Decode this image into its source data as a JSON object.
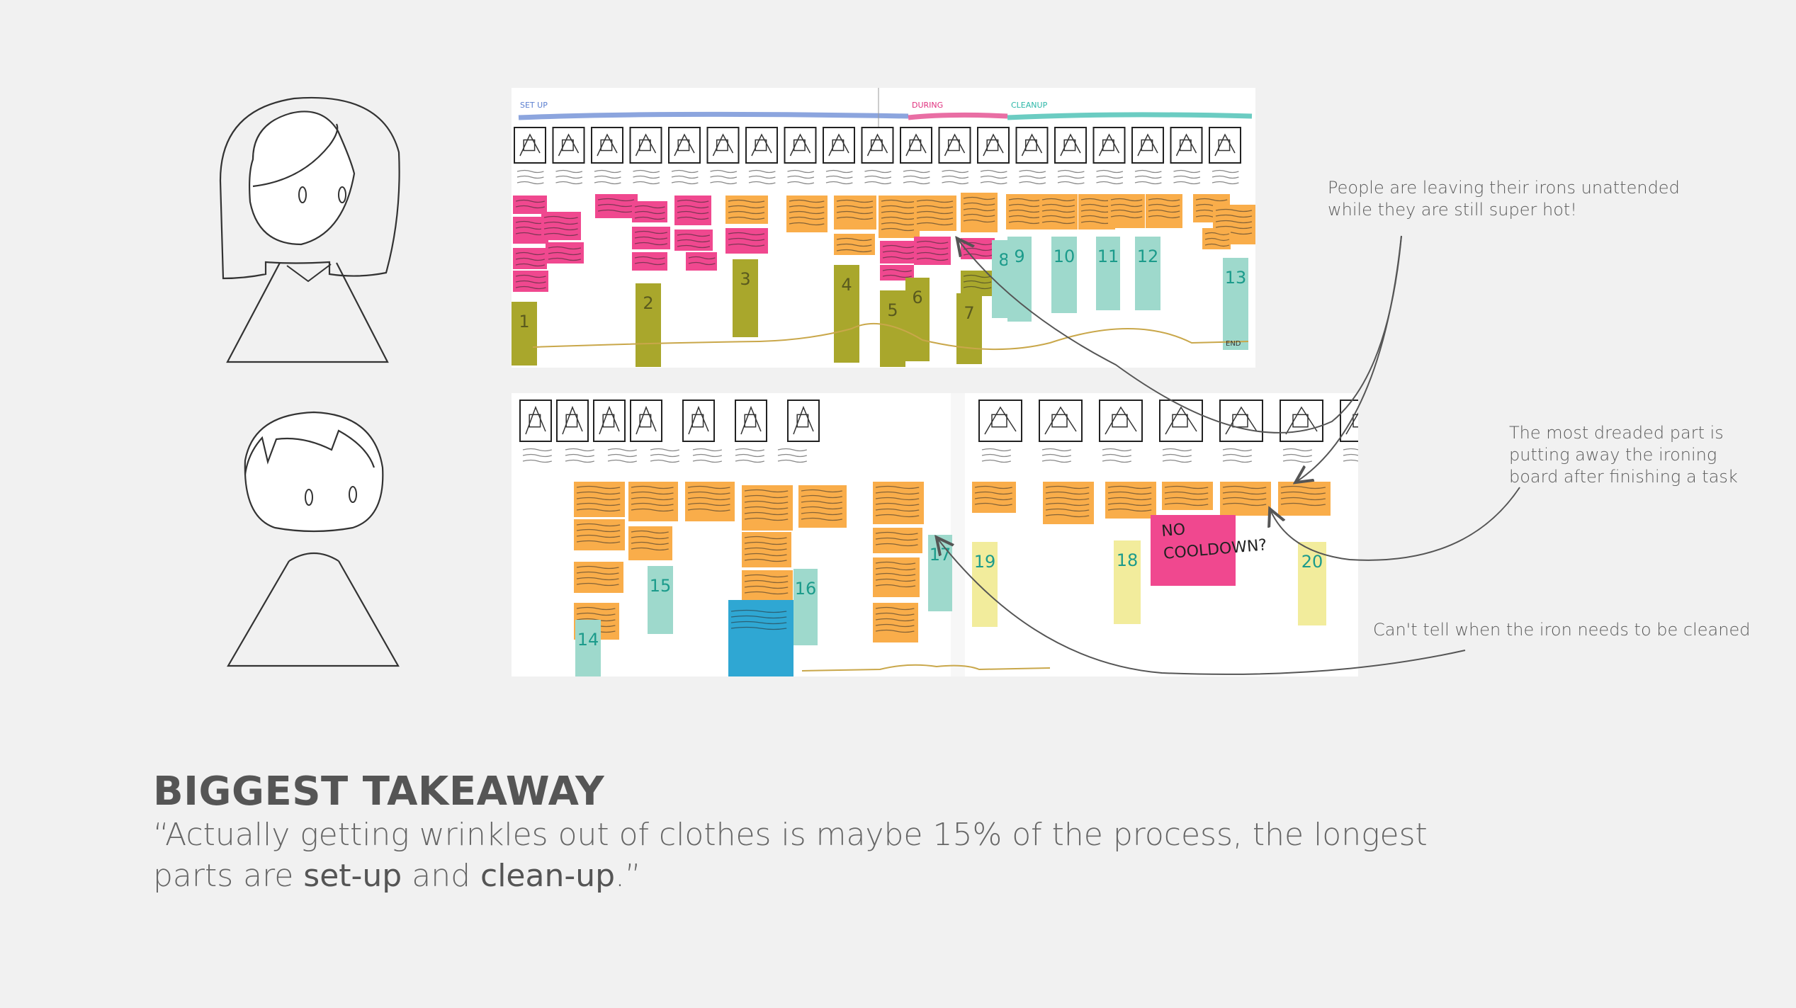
{
  "board1": {
    "phase_labels": [
      "SET UP",
      "DURING",
      "CLEANUP"
    ],
    "phase_colors": [
      "#5b7fd0",
      "#e0307d",
      "#2cb7a8"
    ],
    "numbers": [
      "1",
      "2",
      "3",
      "4",
      "5",
      "6",
      "7",
      "8",
      "9",
      "10",
      "11",
      "12",
      "13"
    ],
    "end_label": "END"
  },
  "board2": {
    "numbers": [
      "14",
      "15",
      "16",
      "17",
      "19",
      "18",
      "20"
    ],
    "callout": "NO\nCOOLDOWN?"
  },
  "annotations": [
    {
      "text": "People are leaving their irons unattended\nwhile they are still super hot!"
    },
    {
      "text": "The most dreaded part is\nputting away the ironing\nboard after finishing a task"
    },
    {
      "text": "Can't tell when the iron needs to be cleaned"
    }
  ],
  "takeaway": {
    "heading": "BIGGEST TAKEAWAY",
    "quote_open": "“Actually getting wrinkles out of clothes is maybe 15% of the process, the longest parts are ",
    "bold1": "set-up",
    "quote_mid": " and ",
    "bold2": "clean-up",
    "quote_close": ".”"
  },
  "colors": {
    "pink": "#f0488f",
    "orange": "#f9ad4a",
    "olive": "#a9a72c",
    "mint": "#9ed9cc",
    "yellow": "#f2ec9c",
    "blue": "#2fa7d3",
    "teal_text": "#1c9b8b",
    "olive_text": "#5a5a1e"
  }
}
